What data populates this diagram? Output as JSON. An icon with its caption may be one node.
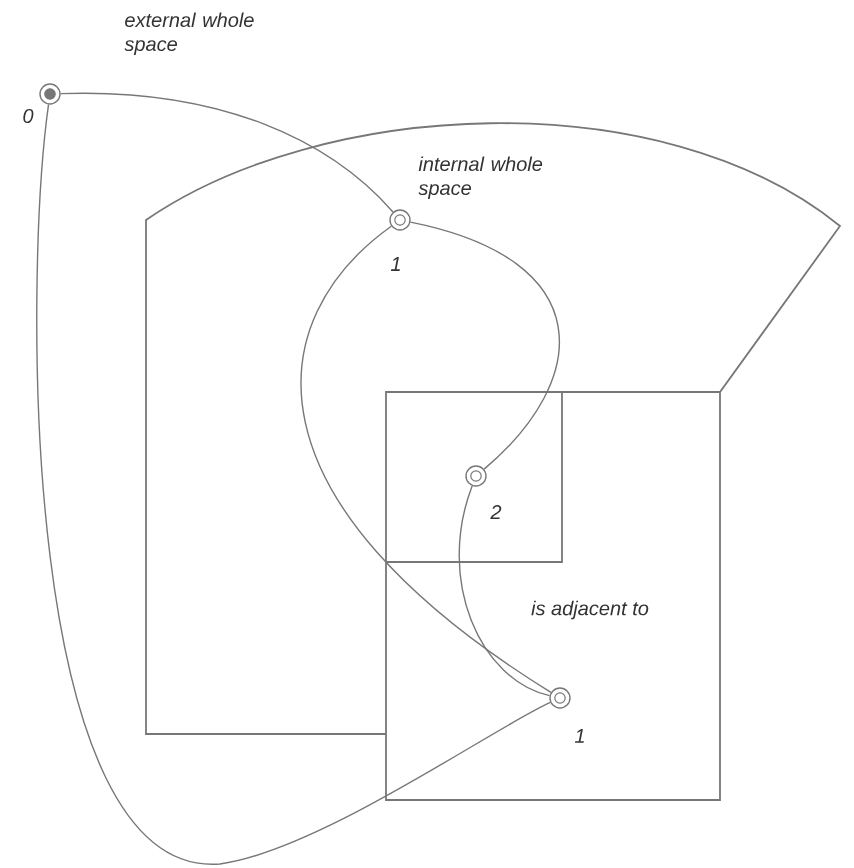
{
  "diagram": {
    "nodes": [
      {
        "text": [
          "0"
        ],
        "beside": [
          "external whole space"
        ]
      },
      {
        "text": [
          "1"
        ],
        "beside": [
          "internal whole space"
        ]
      },
      {
        "text": [
          "2"
        ]
      },
      {
        "text": [
          "1"
        ]
      }
    ],
    "edges": [
      {
        "from": 0,
        "to": 1,
        "arrow": "none"
      },
      {
        "from": 0,
        "to": 3,
        "arrow": "none"
      },
      {
        "from": 1,
        "to": 3,
        "arrow": "none"
      },
      {
        "from": 1,
        "to": 2,
        "arrow": "none"
      },
      {
        "from": 2,
        "to": 3,
        "arrow": "none",
        "label": "is adjacent to"
      }
    ]
  }
}
